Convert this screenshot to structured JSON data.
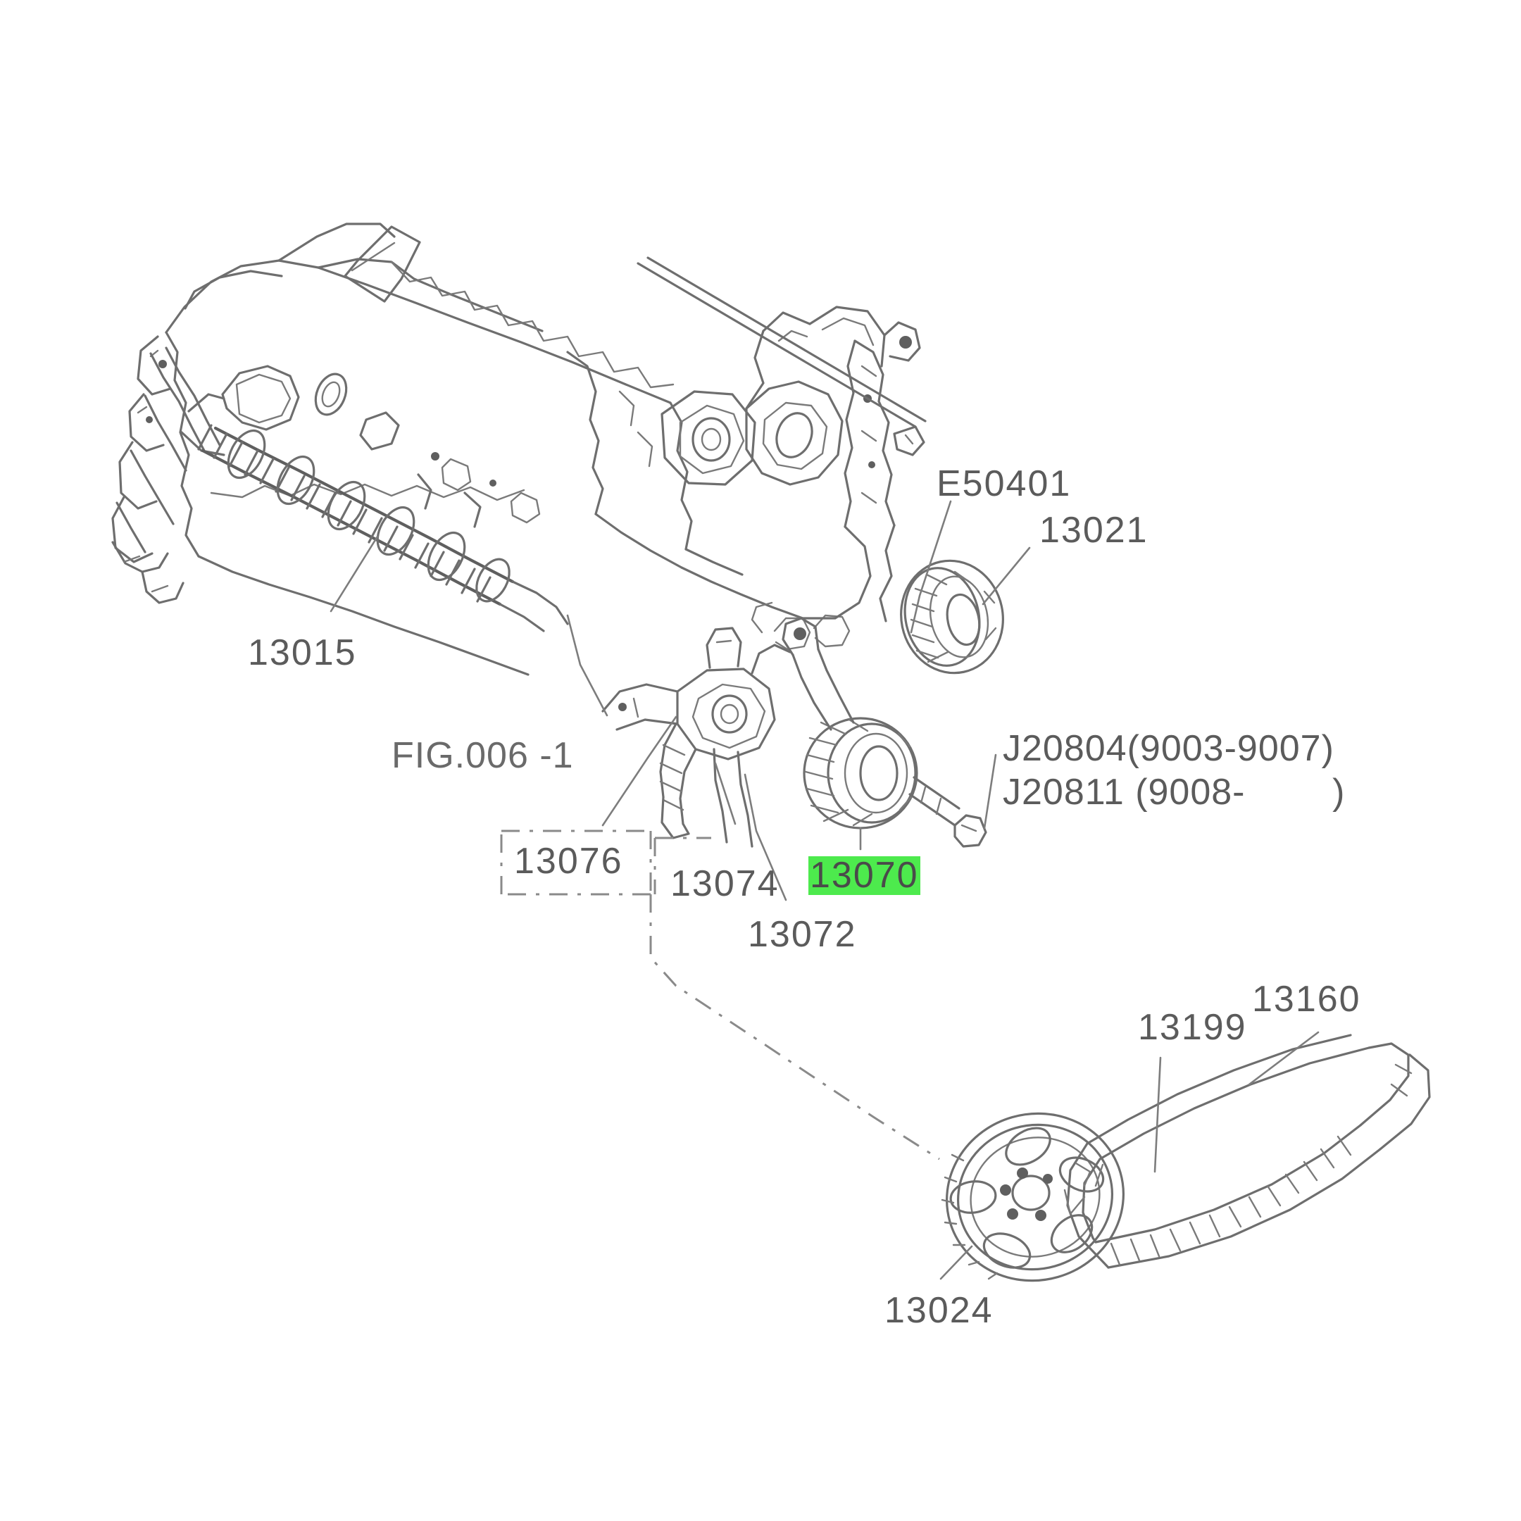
{
  "document": {
    "type": "exploded-parts-diagram",
    "subject": "Engine camshaft and timing belt assembly",
    "background_color": "#ffffff",
    "line_color": "#6b6b6b",
    "text_color": "#5b5b5b",
    "highlight_color": "#4dea4d"
  },
  "labels": {
    "camshaft": "13015",
    "fig_reference": "FIG.006 -1",
    "stud_bolt": "E50401",
    "idler_gear": "13021",
    "bolt_early": "J20804(9003-9007)",
    "bolt_late": "J20811 (9008-        )",
    "cover_group": "13076",
    "spring": "13074",
    "tensioner_bracket": "13072",
    "tensioner_pulley": "13070",
    "belt_guide": "13199",
    "timing_belt": "13160",
    "crank_sprocket": "13024"
  },
  "highlighted_part": {
    "number": "13070",
    "highlight_color": "#4dea4d"
  },
  "parts_list": [
    {
      "ref": "13015",
      "name": "camshaft"
    },
    {
      "ref": "FIG.006 -1",
      "name": "figure-reference"
    },
    {
      "ref": "E50401",
      "name": "stud-bolt"
    },
    {
      "ref": "13021",
      "name": "idler-gear"
    },
    {
      "ref": "J20804(9003-9007)",
      "name": "bolt-early-range"
    },
    {
      "ref": "J20811 (9008-        )",
      "name": "bolt-late-range"
    },
    {
      "ref": "13076",
      "name": "cover-group"
    },
    {
      "ref": "13074",
      "name": "tensioner-spring"
    },
    {
      "ref": "13072",
      "name": "tensioner-bracket"
    },
    {
      "ref": "13070",
      "name": "tensioner-pulley"
    },
    {
      "ref": "13199",
      "name": "belt-guide"
    },
    {
      "ref": "13160",
      "name": "timing-belt"
    },
    {
      "ref": "13024",
      "name": "crankshaft-sprocket"
    }
  ]
}
